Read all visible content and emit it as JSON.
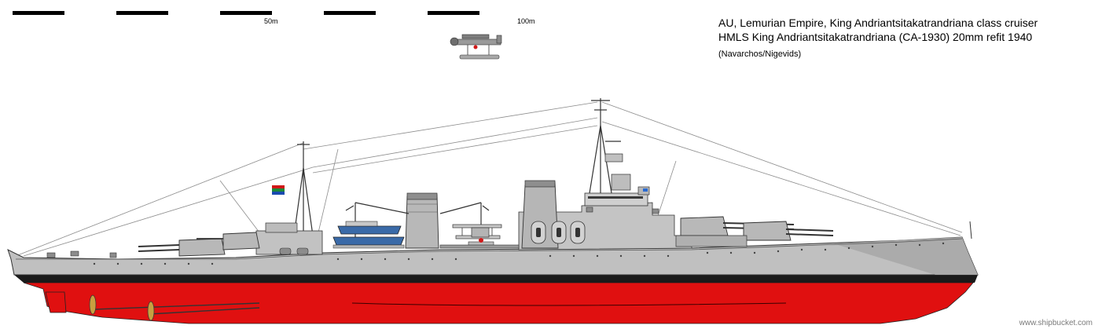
{
  "scale": {
    "label_50": "50m",
    "label_100": "100m"
  },
  "title": {
    "line1": "AU, Lemurian Empire, King Andriantsitakatrandriana class cruiser",
    "line2": "HMLS King Andriantsitakatrandriana (CA-1930) 20mm refit 1940",
    "credit": "(Navarchos/Nigevids)"
  },
  "watermark": "www.shipbucket.com",
  "colors": {
    "hull_gray": "#c0c0c0",
    "hull_dark": "#8a8a8a",
    "boot_topping": "#1a1a1a",
    "antifouling_red": "#e01010",
    "boat_blue": "#3a6aa8",
    "flag_red": "#d01818",
    "flag_green": "#1c8a3a",
    "flag_blue": "#1a4ab0"
  }
}
